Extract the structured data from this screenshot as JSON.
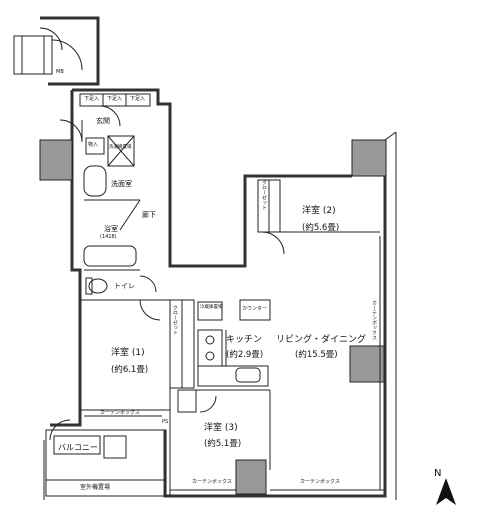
{
  "rooms": {
    "mb": "MB",
    "genkan": "玄関",
    "storage_in": "物入",
    "laundry_space": "洗濯機置場",
    "washroom": "洗面室",
    "corridor": "廊下",
    "bath": "浴室",
    "bath_size": "(1418)",
    "toilet": "トイレ",
    "western1": "洋室 (1)",
    "western1_area": "(約6.1畳)",
    "western2": "洋室 (2)",
    "western2_area": "(約5.6畳)",
    "western3": "洋室 (3)",
    "western3_area": "(約5.1畳)",
    "kitchen": "キッチン",
    "kitchen_area": "(約2.9畳)",
    "living": "リビング・ダイニング",
    "living_area": "(約15.5畳)",
    "counter": "カウンター",
    "balcony": "バルコニー",
    "aircon_outdoor": "室外機置場",
    "ps": "PS",
    "shoe_box": "下足入",
    "closet": "クローゼット",
    "curtain_box": "カーテンボックス",
    "fridge": "冷蔵庫置場"
  },
  "compass": {
    "label": "N"
  }
}
